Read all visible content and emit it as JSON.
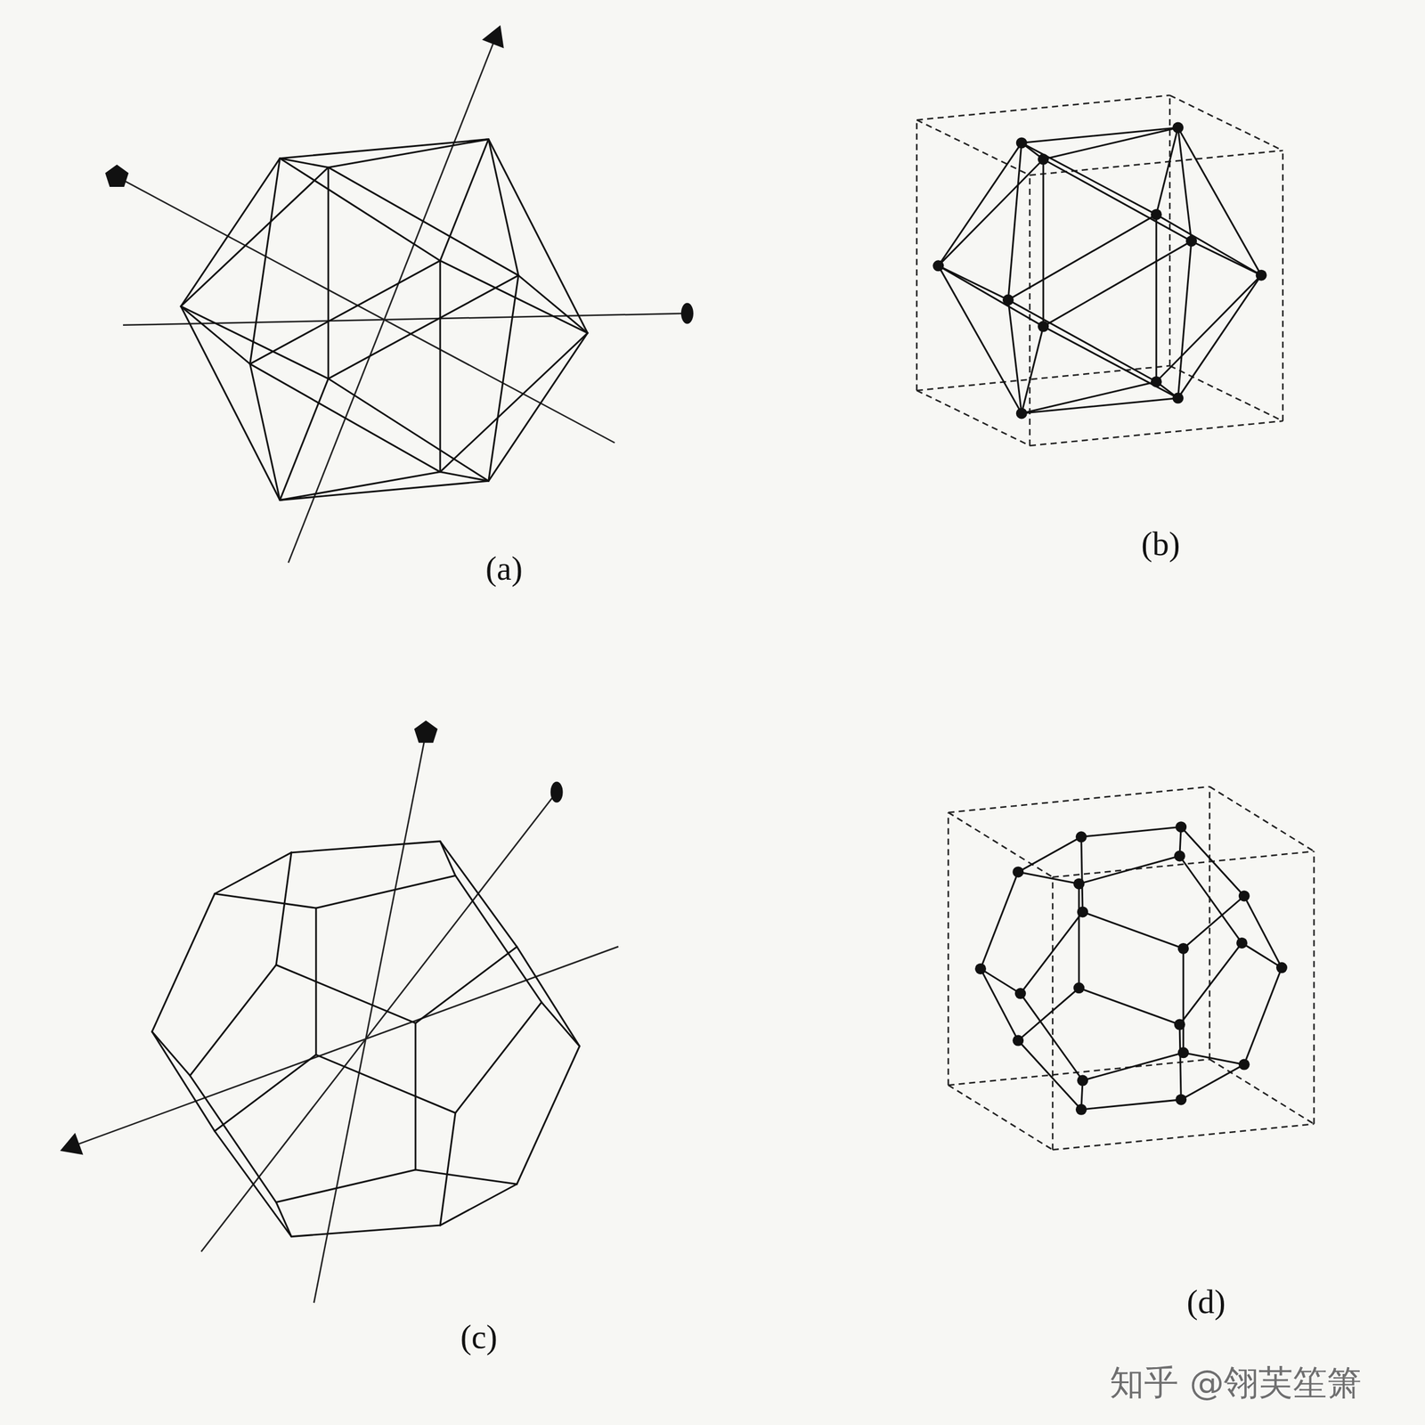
{
  "diagram": {
    "labels": [
      "(a)",
      "(b)",
      "(c)",
      "(d)",
      "知乎 @翎芙笙箫"
    ]
  }
}
